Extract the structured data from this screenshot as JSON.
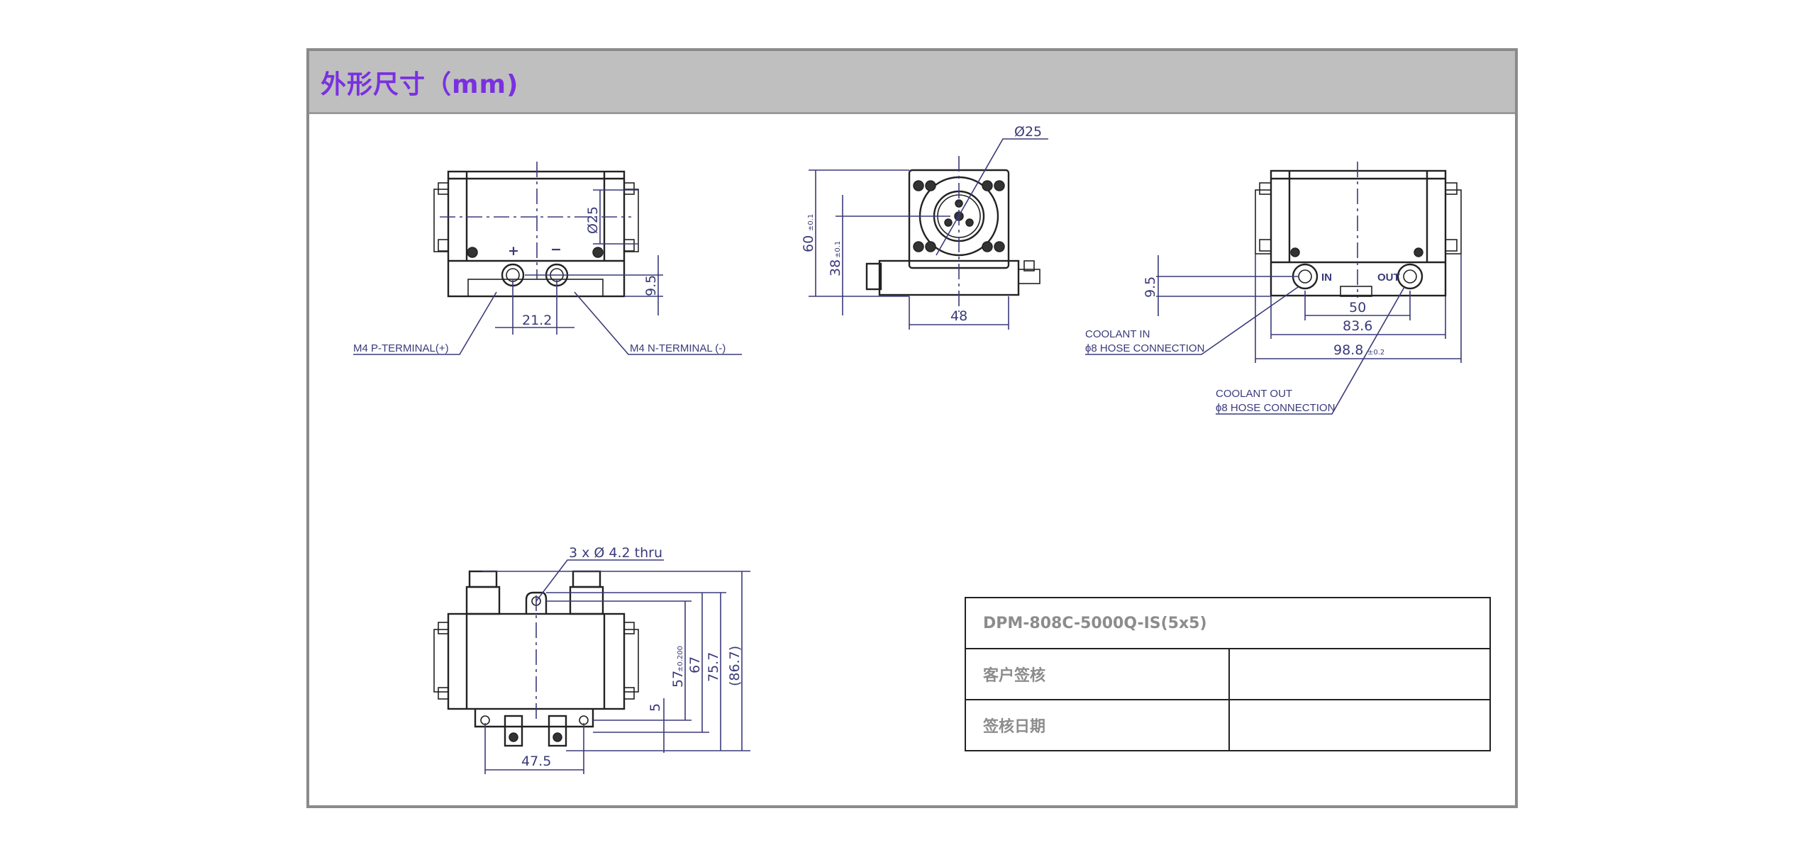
{
  "header": {
    "title": "外形尺寸（mm)"
  },
  "front_view": {
    "plus_symbol": "+",
    "minus_symbol": "−",
    "dim_diameter": "Ø25",
    "dim_height": "9.5",
    "dim_spacing": "21.2",
    "note_p_terminal": "M4  P-TERMINAL(+)",
    "note_n_terminal": "M4 N-TERMINAL (-)"
  },
  "side_view": {
    "dim_diameter": "Ø25",
    "dim_height_total": "60",
    "dim_height_total_tol": "±0.1",
    "dim_height_center": "38",
    "dim_height_center_tol": "±0.1",
    "dim_width": "48"
  },
  "rear_view": {
    "label_in": "IN",
    "label_out": "OUT",
    "dim_height": "9.5",
    "dim_spacing": "50",
    "dim_width_inner": "83.6",
    "dim_width_total": "98.8",
    "dim_width_total_tol": "±0.2",
    "note_in_line1": "COOLANT IN",
    "note_in_line2": "ϕ8 HOSE CONNECTION",
    "note_out_line1": "COOLANT OUT",
    "note_out_line2": "ϕ8 HOSE CONNECTION"
  },
  "bottom_view": {
    "note_holes": "3 x Ø 4.2 thru",
    "dim_57": "57",
    "dim_57_tol": "±0.200",
    "dim_67": "67",
    "dim_75_7": "75.7",
    "dim_86_7": "(86.7)",
    "dim_5": "5",
    "dim_47_5": "47.5"
  },
  "spec_table": {
    "model": "DPM-808C-5000Q-IS(5x5)",
    "rows": [
      {
        "label": "客户签核",
        "value": ""
      },
      {
        "label": "签核日期",
        "value": ""
      }
    ]
  },
  "colors": {
    "title": "#7a30e0",
    "header_bg": "#bfbfbf",
    "dimension": "#3a3a7a",
    "table_text": "#8c8c8c"
  }
}
